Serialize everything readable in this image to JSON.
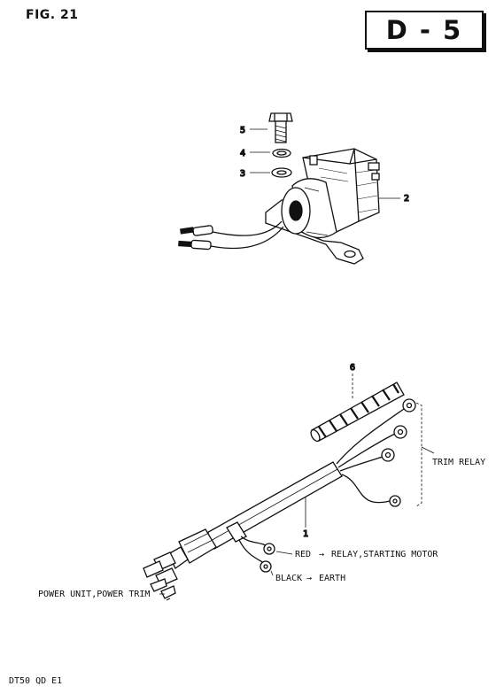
{
  "header": {
    "figure": "FIG. 21",
    "page_code": "D - 5"
  },
  "callouts": {
    "c1": "1",
    "c2": "2",
    "c3": "3",
    "c4": "4",
    "c5": "5",
    "c6": "6"
  },
  "wiring_labels": {
    "trim_relay": "TRIM RELAY",
    "red": "RED",
    "red_dest": "RELAY,STARTING MOTOR",
    "black": "BLACK",
    "black_dest": "EARTH",
    "power_unit": "POWER UNIT,POWER TRIM"
  },
  "footer": {
    "model_code": "DT50 QD E1"
  }
}
